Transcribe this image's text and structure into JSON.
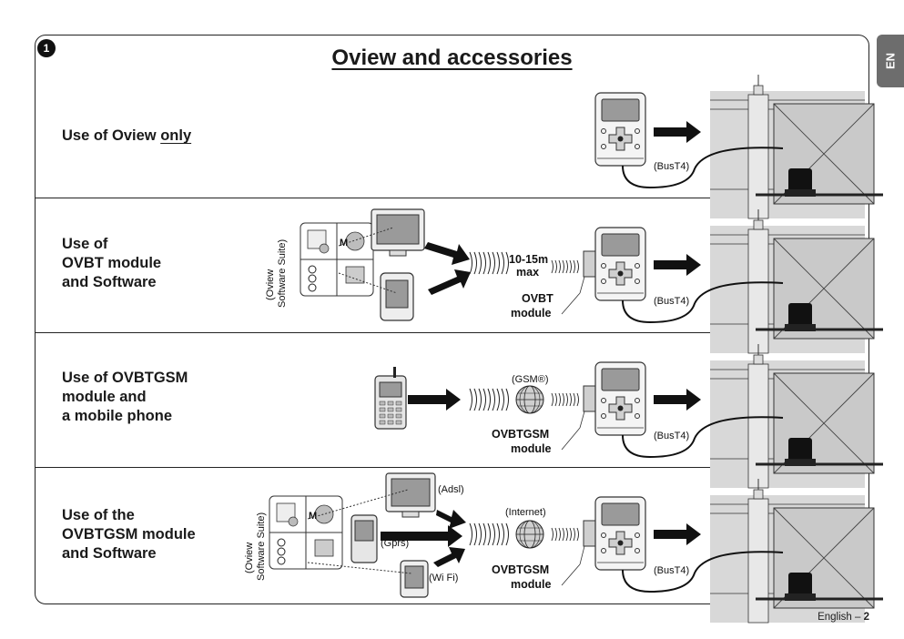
{
  "figure_number": "1",
  "title": "Oview and accessories",
  "language_tab": "EN",
  "footer": {
    "language": "English",
    "separator": " – ",
    "page": "2"
  },
  "rows": [
    {
      "label_pre": "Use of Oview ",
      "label_emph": "only"
    },
    {
      "label": "Use of\nOVBT module\nand Software",
      "range": "10-15m",
      "range_unit": "max",
      "module_name": "OVBT",
      "module_word": "module",
      "suite_label_1": "(Oview",
      "suite_label_2": "Software Suite)"
    },
    {
      "label": "Use of OVBTGSM\nmodule and\na mobile phone",
      "network": "(GSM®)",
      "module_name": "OVBTGSM",
      "module_word": "module"
    },
    {
      "label": "Use of the\nOVBTGSM module\nand Software",
      "network": "(Internet)",
      "module_name": "OVBTGSM",
      "module_word": "module",
      "suite_label_1": "(Oview",
      "suite_label_2": "Software Suite)",
      "links": [
        "(Adsl)",
        "(Gprs)",
        "(Wi Fi)"
      ]
    }
  ],
  "bus_label": "(BusT4)",
  "suite_icon_letter": "M"
}
